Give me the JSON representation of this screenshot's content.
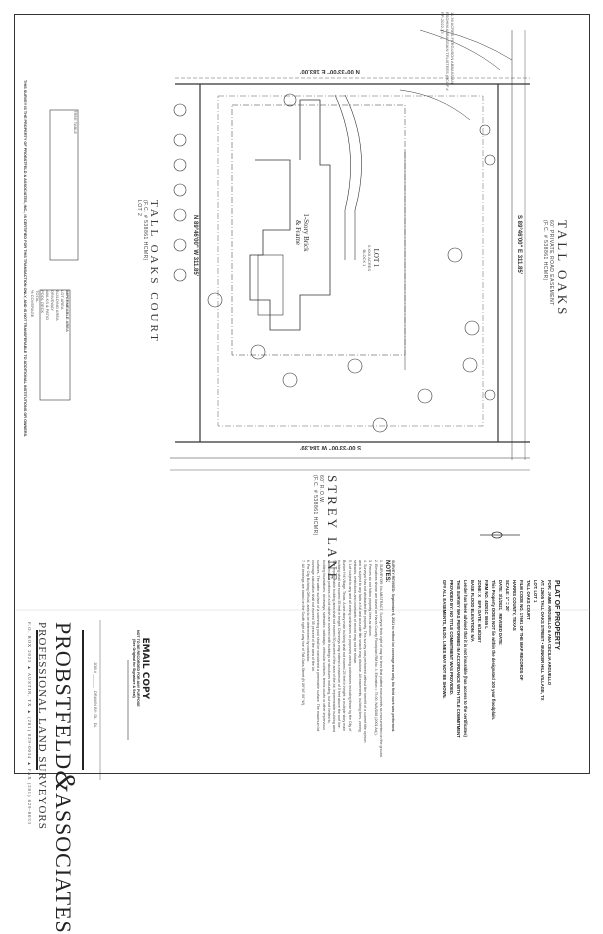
{
  "margin_note": "THIS SURVEY IS THE PROPERTY OF PROBSTFELD & ASSOCIATES, INC., IS CERTIFIED FOR THIS TRANSACTION ONLY, AND IS NOT TRANSFERABLE TO ADDITIONAL INSTITUTIONS OR OWNERS.",
  "roads": {
    "top_right": {
      "name": "TALL OAKS",
      "sub": "60' PRIVATE ROAD EASEMENT",
      "ref": "(F.C. # 538861 HCMR)"
    },
    "bottom": {
      "name": "STREY LANE",
      "sub": "60' R.O.W.",
      "ref": "(F.C. # 538861 HCMR)"
    },
    "left": {
      "name": "TALL OAKS COURT",
      "sub": "LOT 2",
      "ref": "(F.C. # 538861 HCMR)"
    }
  },
  "bearings": {
    "north": "N 00°33'00\" E   183.00'",
    "south": "S 00°33'00\" W   184.39'",
    "east": "S 89°46'00\" E   311.85'",
    "west": "N 89°46'00\" W   311.85'"
  },
  "adjacent": "11.36 ACRES FERGUSON ABBASSIAN ESGHIM ABBASSIAN TRUSTEES (HCCF # RP-2022-13 ...)",
  "lot": {
    "label": "LOT 1",
    "area": "0.XXX ACRES",
    "block": "BLOCK 1"
  },
  "house": {
    "label": "1-Story Brick & Frame"
  },
  "logo": {
    "name1": "PROBSTFELD",
    "amp": "&",
    "name2": "ASSOCIATES",
    "tagline": "PROFESSIONAL LAND SURVEYORS",
    "contact": "P.O. BOX 2025  ▲  AUSTIN, TX  ▲  (281) 829-0034  ▲  FAX (281) 829-0033"
  },
  "job": {
    "job_label": "JOB #",
    "drawn_label": "DRAWN BY:",
    "drawn_value": "DL",
    "checked": "DL"
  },
  "email_copy": {
    "title": "EMAIL COPY",
    "line1": "NOT TO BE RECORDED FOR ANY PURPOSE",
    "line2": "(See Original for Signature & Seal)"
  },
  "notes": {
    "header": "SURVEY REVISED: September 8, 2021 to reflect lot coverage area only. No field work was performed.",
    "title": "NOTES:",
    "items": [
      "1.  SURVEYOR: No ABSTRACT, Surveyor finds right of way for lines that platted monuments as monumented on the ground.",
      "2.  Elevations shown are based on Harris County Floodplain RM No. 4, Elevation = 75.00, NAVD88 (2001 Adj.).",
      "3.  Fences do not follow property lines as shown.",
      "4.  Surveyor has not abstracted the property. This survey was performed without the benefit of a current title opinion",
      "    and is subject to any facts a full and accurate title search may disclose. All easements, building lines, zoning",
      "    setbacks, restrictions and covenants of record may not be shown.",
      "5.  Lot subject to any and all zoning ordinances or proposed zoning ordinances including those by the City of",
      "    Bunker Hill Village, Texas. A one-story main building shall not exceed 25 feet in height; a multiple story main",
      "    building shall not exceed 35 feet in height. Chimneys may extend a maximum of 5 feet above the roof line.",
      "    The impermeable building area shall not exceed 50 percent of the area of the lot. Impermeable building area",
      "    shall include portions of a lot which are covered with buildings or structures including, but not limited to,",
      "    building foundations, driveways, sidewalks, walkways, vehicular surfaces, tennis courts or other impervious",
      "    surfaces. The water surface of a swimming pool shall be considered a permeable surface. The maximum lot",
      "    coverage calculation shall not exceed 35 percent of the area of the lot.",
      "6.  Per City Building Official, area to be determined by contractor.",
      "7.  All bearings are based on the South right of way line of Tall Oaks Street (N 89°46' 00\" W)."
    ]
  },
  "title_block": {
    "title": "PLAT OF PROPERTY",
    "for_label": "FOR:",
    "for_value": "JAIME ARGUELLO & ANA CECILIA ARGUELLO",
    "at_label": "AT:",
    "at_value": "12605 TALL OAKS STREET • BUNKER HILL VILLAGE, TX",
    "lot_label": "LOT:",
    "lot_value": "LOT 1",
    "subdivision": "TALL OAKS COURT",
    "plat": "FILM CODE NO. 17691 OF THE MAP RECORDS OF",
    "county": "HARRIS COUNTY, TEXAS",
    "scale_label": "SCALE:",
    "scale_value": "1\" = 20'",
    "date_label": "DATE:",
    "date_value": "3/1/2021",
    "revised_label": "REVISED DATE:",
    "flood": "This Property DOES NOT lie within the designated 100 year floodplain.",
    "firm_label": "FIRM NO.",
    "firm_value": "48201C 0655 L",
    "zone_label": "ZONE:",
    "zone_value": "X",
    "eff_label": "EFF. DATE:",
    "eff_value": "6/18/2007",
    "bfe_label": "BASE FLOOD ELEVATION:",
    "bfe_value": "N/A",
    "disclaimer": "Lender has been advised that it is not insurable (has access to the certificates)",
    "performed": "THIS SURVEY WAS PERFORMED IN ACCORDANCE WITH TITLE COMMITMENT",
    "provided_label": "PROVIDED BY:",
    "provided_value": "NO TITLE COMMITMENT WAS PROVIDED.",
    "gf_label": "GF#",
    "gf_value": "ALL EASEMENTS, BLDG. LINES MAY NOT BE SHOWN."
  },
  "impermeable_table": {
    "title": "IMPERMEABLE AREA",
    "rows": [
      "LOT AREA",
      "BUILDING AREA",
      "DRIVEWAY",
      "WALKS & PATIO",
      "POOL DECK",
      "TOTAL",
      "% COVERAGE"
    ]
  },
  "tree_table_title": "TREE TABLE"
}
